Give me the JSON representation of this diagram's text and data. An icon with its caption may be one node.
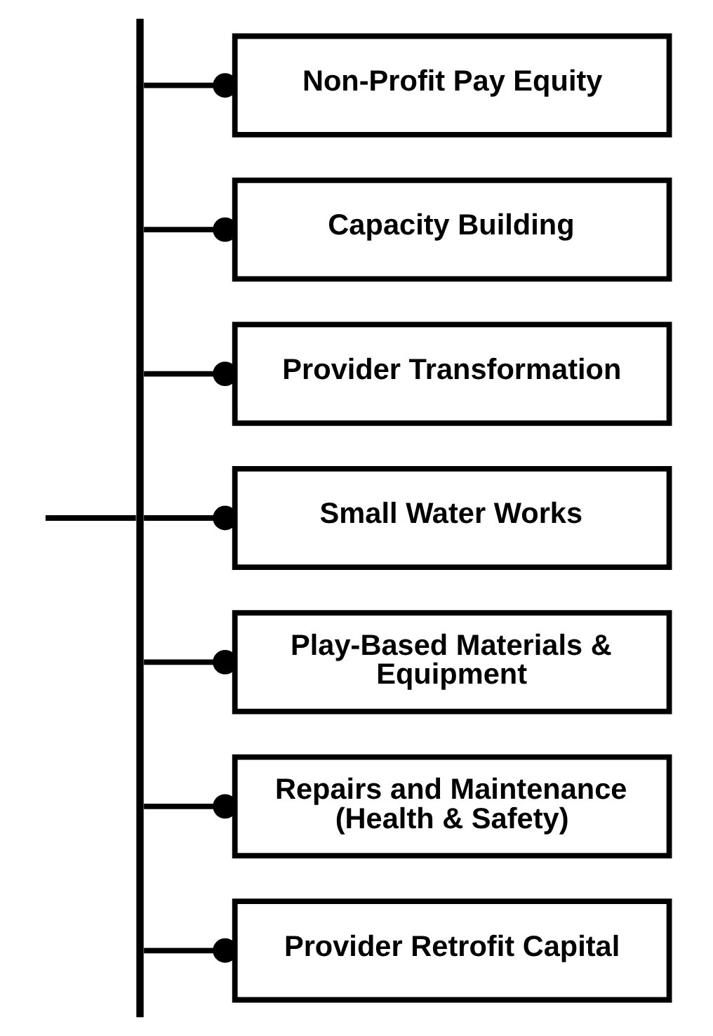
{
  "diagram": {
    "nodes": [
      {
        "text": [],
        "shape": "bar"
      },
      {
        "text": [
          "Non-Profit Pay Equity"
        ]
      },
      {
        "text": [
          "Capacity Building"
        ]
      },
      {
        "text": [
          "Provider Transformation"
        ]
      },
      {
        "text": [
          "Small Water Works"
        ]
      },
      {
        "text": [
          "Play-Based Materials & Equipment"
        ]
      },
      {
        "text": [
          "Repairs and Maintenance (Health & Safety)"
        ]
      },
      {
        "text": [
          "Provider Retrofit Capital"
        ]
      }
    ],
    "edges": [
      {
        "from": null,
        "to": 0,
        "arrow": "none"
      },
      {
        "from": 0,
        "to": 1,
        "arrow": "other"
      },
      {
        "from": 0,
        "to": 2,
        "arrow": "other"
      },
      {
        "from": 0,
        "to": 3,
        "arrow": "other"
      },
      {
        "from": 0,
        "to": 4,
        "arrow": "other"
      },
      {
        "from": 0,
        "to": 5,
        "arrow": "other"
      },
      {
        "from": 0,
        "to": 6,
        "arrow": "other"
      },
      {
        "from": 0,
        "to": 7,
        "arrow": "other"
      }
    ]
  }
}
